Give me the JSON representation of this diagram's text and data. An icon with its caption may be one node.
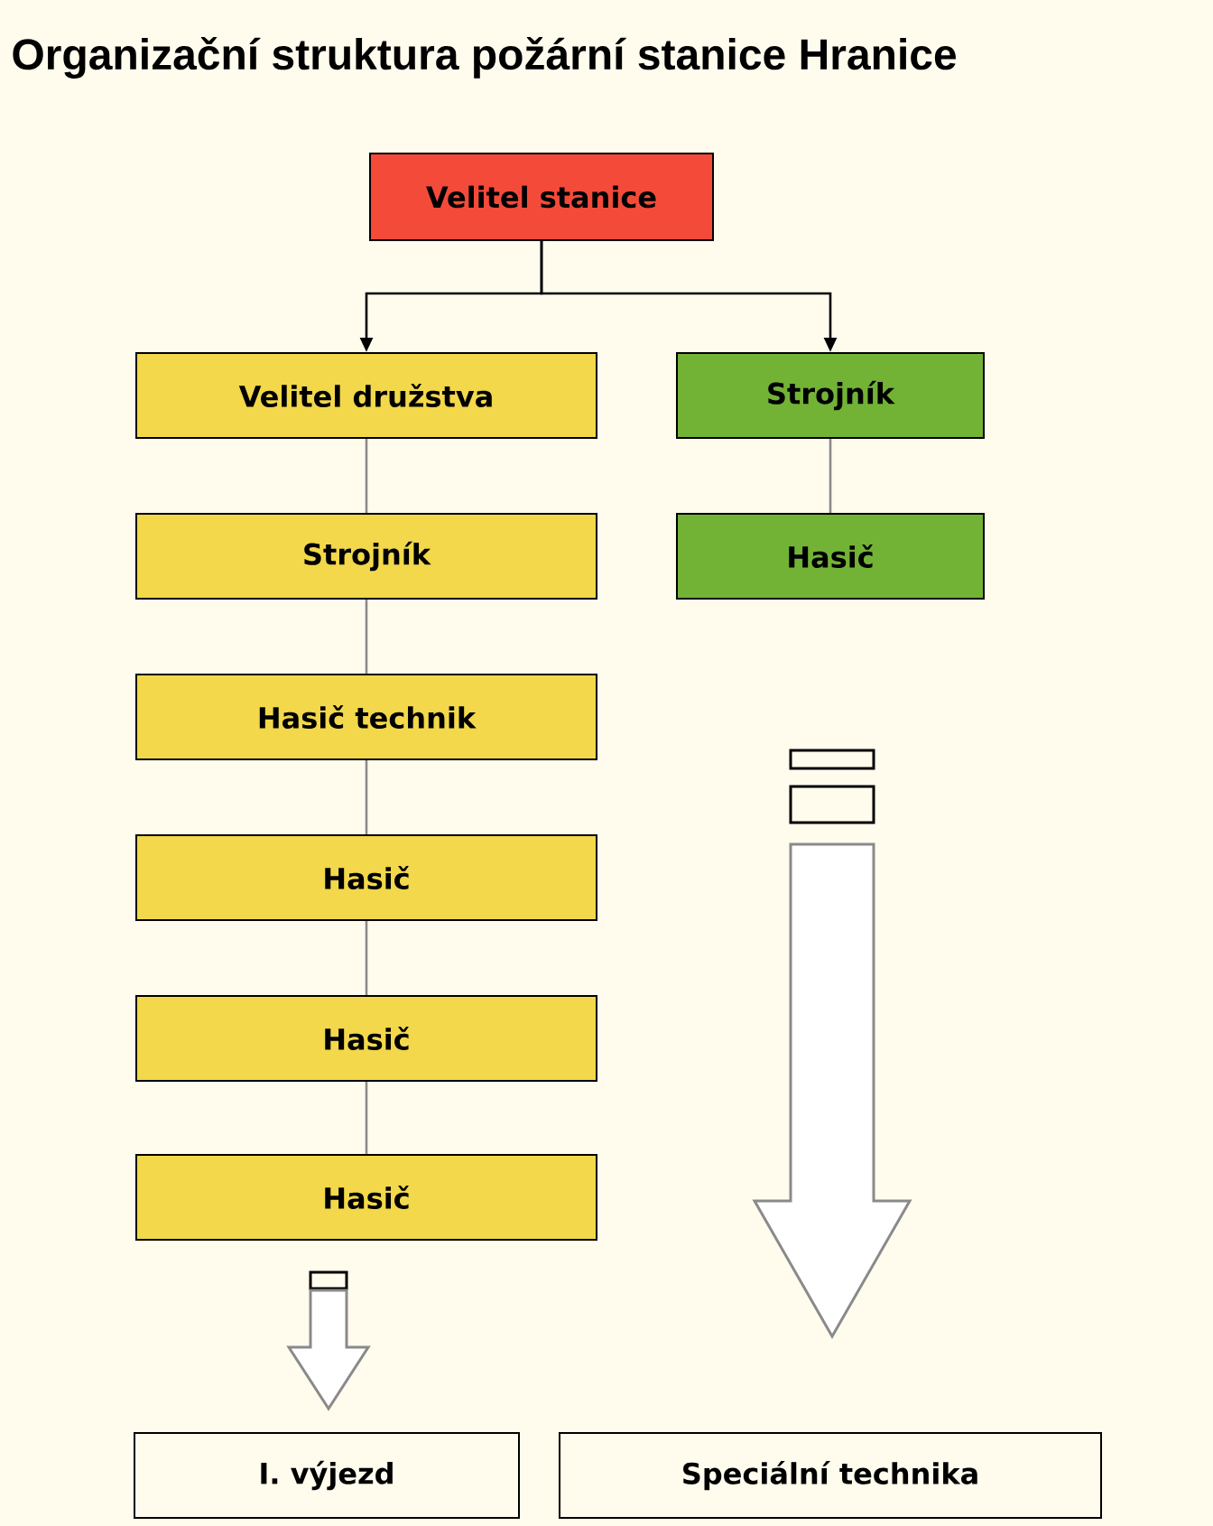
{
  "diagram": {
    "title": "Organizační struktura požární stanice Hranice",
    "nodes": [
      {
        "text": [
          "Velitel stanice"
        ]
      },
      {
        "text": [
          "Velitel družstva"
        ]
      },
      {
        "text": [
          "Strojník"
        ]
      },
      {
        "text": [
          "Hasič technik"
        ]
      },
      {
        "text": [
          "Hasič"
        ]
      },
      {
        "text": [
          "Hasič"
        ]
      },
      {
        "text": [
          "Hasič"
        ]
      },
      {
        "text": [
          "Strojník"
        ]
      },
      {
        "text": [
          "Hasič"
        ]
      },
      {
        "text": [
          "I. výjezd"
        ]
      },
      {
        "text": [
          "Speciální technika"
        ]
      }
    ],
    "edges": [
      {
        "from": 0,
        "to": 1,
        "arrow": "to",
        "color": "#000000"
      },
      {
        "from": 0,
        "to": 7,
        "arrow": "to",
        "color": "#000000"
      },
      {
        "from": 1,
        "to": 2,
        "arrow": "none"
      },
      {
        "from": 2,
        "to": 3,
        "arrow": "none"
      },
      {
        "from": 3,
        "to": 4,
        "arrow": "none"
      },
      {
        "from": 4,
        "to": 5,
        "arrow": "none"
      },
      {
        "from": 5,
        "to": 6,
        "arrow": "none"
      },
      {
        "from": 7,
        "to": 8,
        "arrow": "none"
      },
      {
        "from": 6,
        "to": 9,
        "arrow": "to",
        "style": "thick"
      },
      {
        "from": 8,
        "to": 10,
        "arrow": "to",
        "style": "thick"
      }
    ]
  }
}
